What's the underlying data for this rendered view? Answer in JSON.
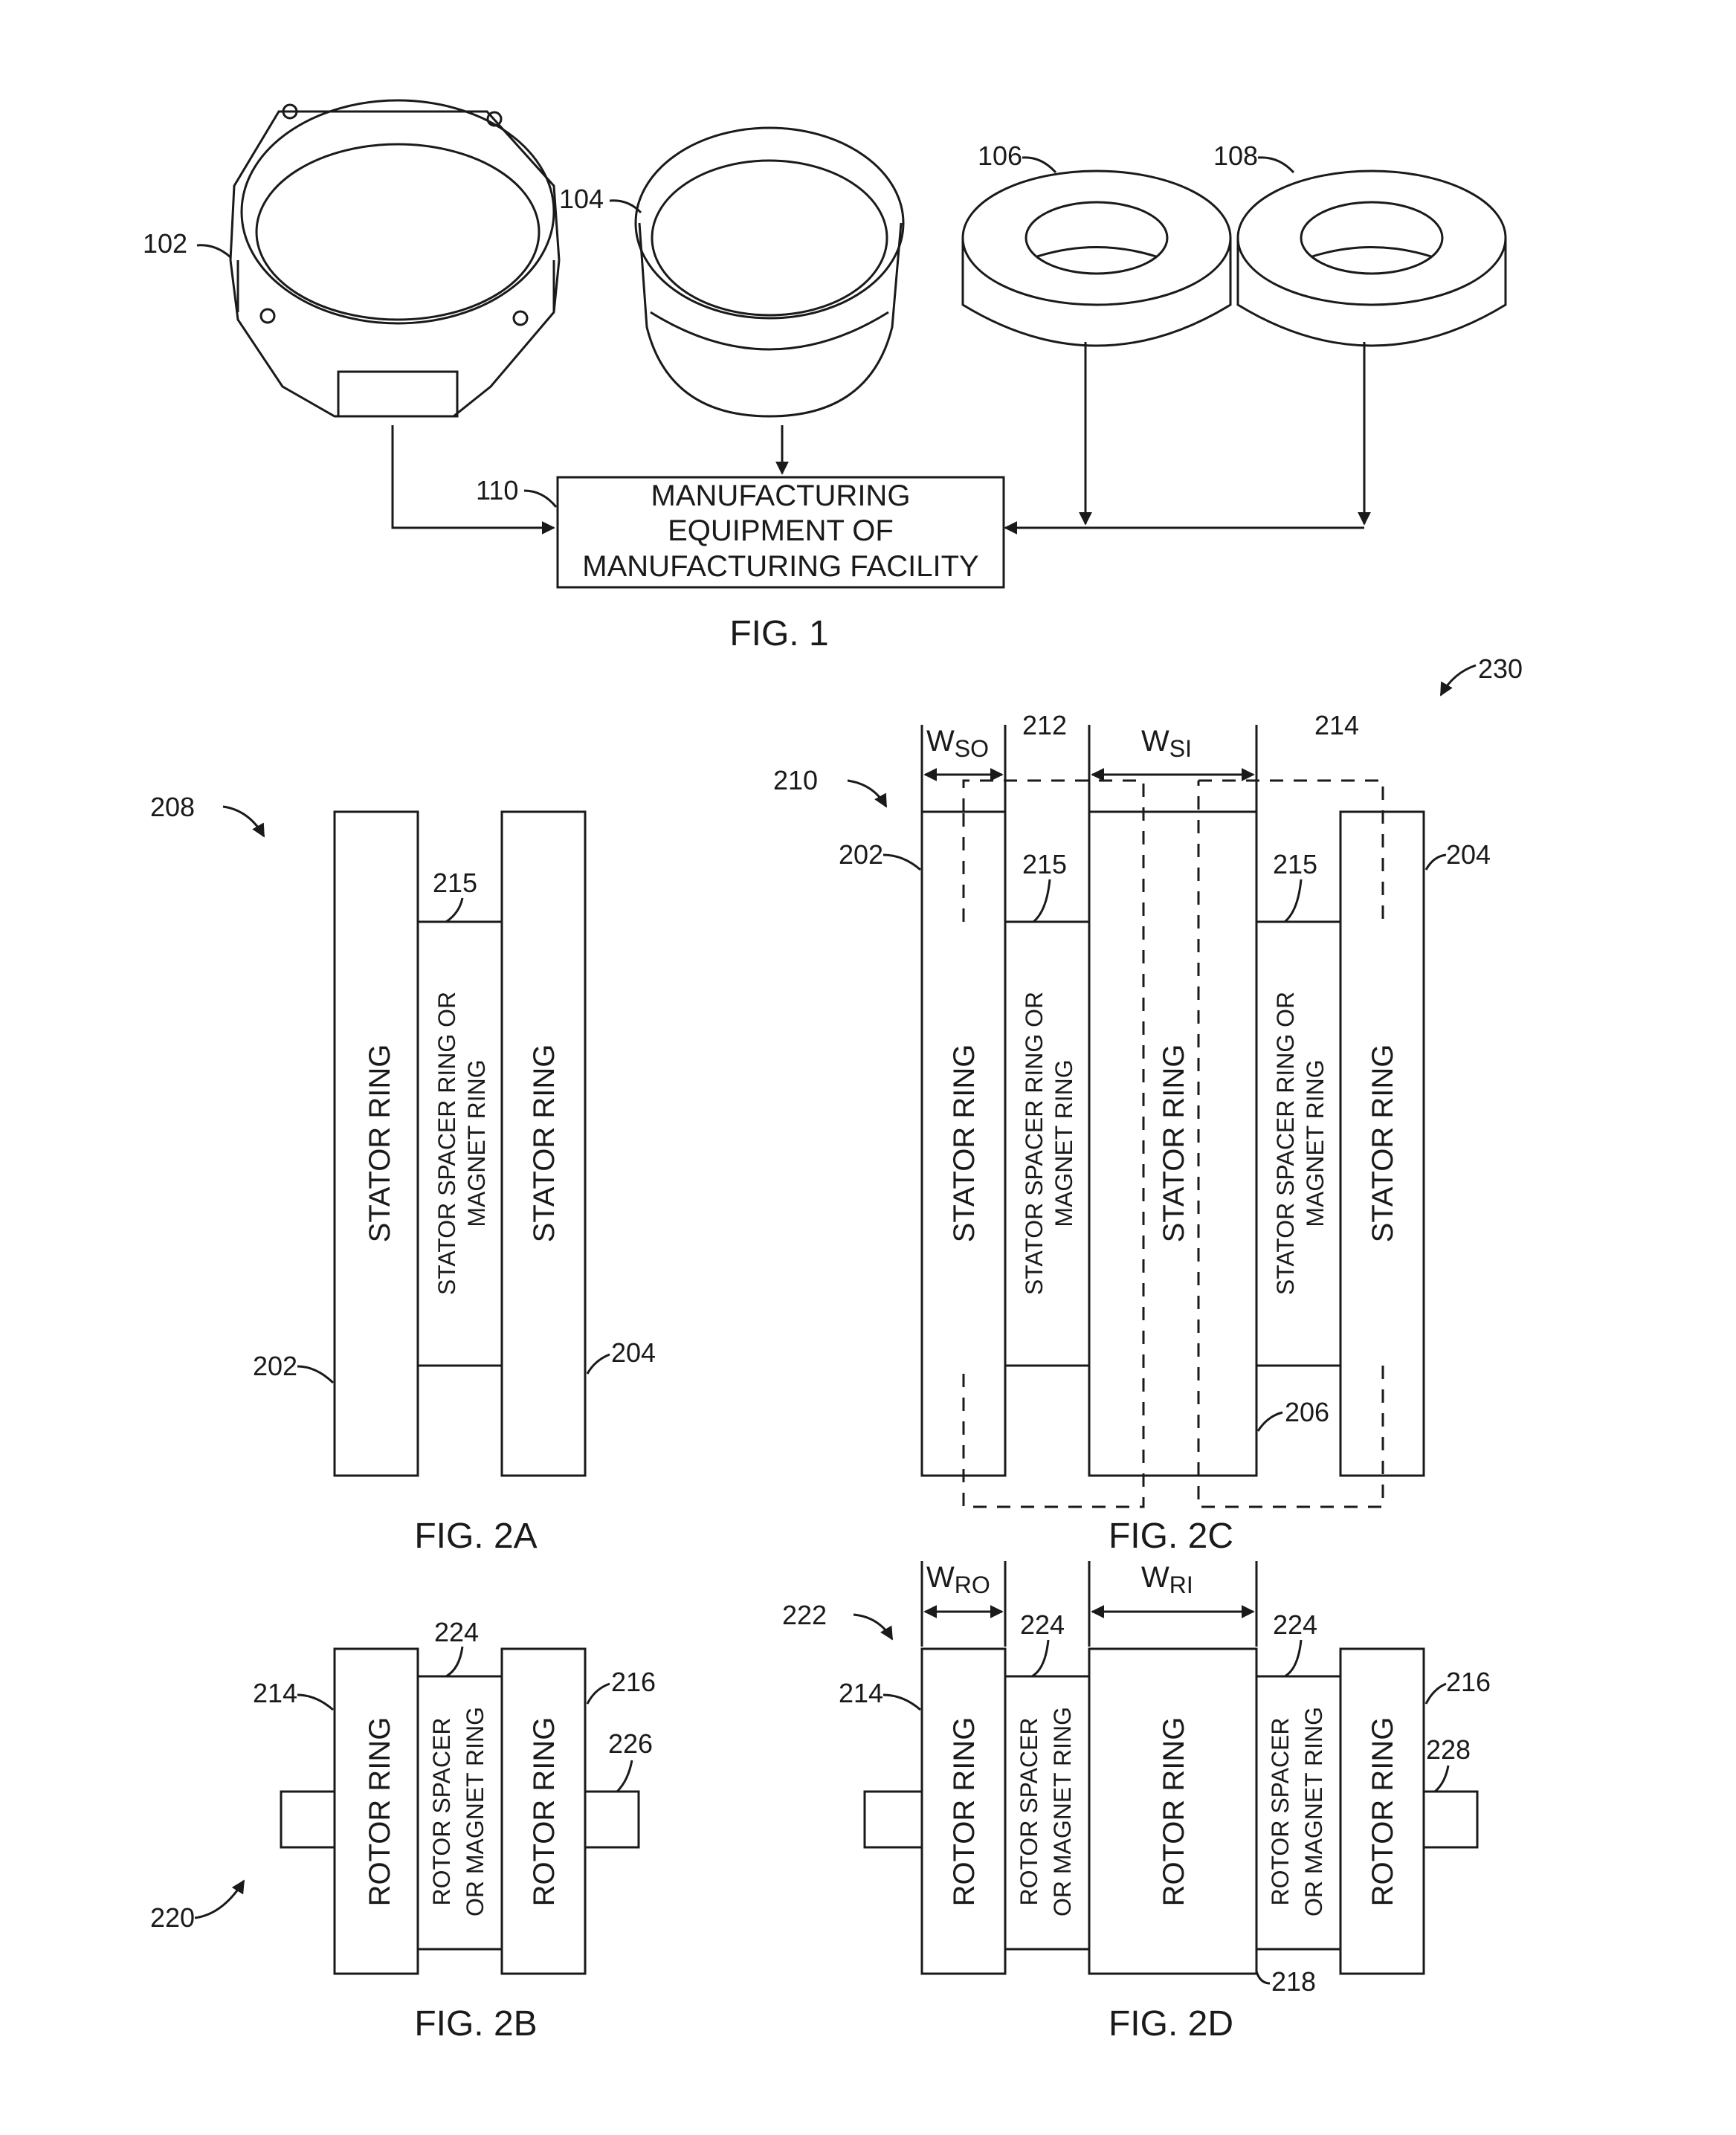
{
  "fig1": {
    "refs": {
      "stator_housing": "102",
      "rotor_housing": "104",
      "ring_106": "106",
      "ring_108": "108",
      "equipment": "110"
    },
    "equipment_lines": [
      "MANUFACTURING",
      "EQUIPMENT OF",
      "MANUFACTURING FACILITY"
    ],
    "caption": "FIG. 1"
  },
  "fig2a": {
    "ref_assembly": "208",
    "ref_left_ring": "202",
    "ref_right_ring": "204",
    "ref_spacer": "215",
    "stator_ring_label": "STATOR RING",
    "spacer_line1": "STATOR SPACER RING OR",
    "spacer_line2": "MAGNET RING",
    "caption": "FIG. 2A"
  },
  "fig2c": {
    "ref_overall": "230",
    "ref_assembly": "210",
    "ref_group_a": "212",
    "ref_group_b": "214",
    "ref_left_ring": "202",
    "ref_right_ring": "204",
    "ref_middle_ring": "206",
    "ref_spacer": "215",
    "width_outer_base": "W",
    "width_outer_sub": "SO",
    "width_inner_base": "W",
    "width_inner_sub": "SI",
    "stator_ring_label": "STATOR RING",
    "spacer_line1": "STATOR SPACER RING OR",
    "spacer_line2": "MAGNET RING",
    "caption": "FIG. 2C"
  },
  "fig2b": {
    "ref_assembly": "220",
    "ref_left_ring": "214",
    "ref_right_ring": "216",
    "ref_spacer": "224",
    "ref_shaft": "226",
    "rotor_ring_label": "ROTOR RING",
    "spacer_line1": "ROTOR SPACER",
    "spacer_line2": "OR MAGNET RING",
    "caption": "FIG. 2B"
  },
  "fig2d": {
    "ref_assembly": "222",
    "ref_left_ring": "214",
    "ref_right_ring": "216",
    "ref_middle_ring": "218",
    "ref_spacer": "224",
    "ref_shaft": "228",
    "width_outer_base": "W",
    "width_outer_sub": "RO",
    "width_inner_base": "W",
    "width_inner_sub": "RI",
    "rotor_ring_label": "ROTOR RING",
    "spacer_line1": "ROTOR SPACER",
    "spacer_line2": "OR MAGNET RING",
    "caption": "FIG. 2D"
  }
}
